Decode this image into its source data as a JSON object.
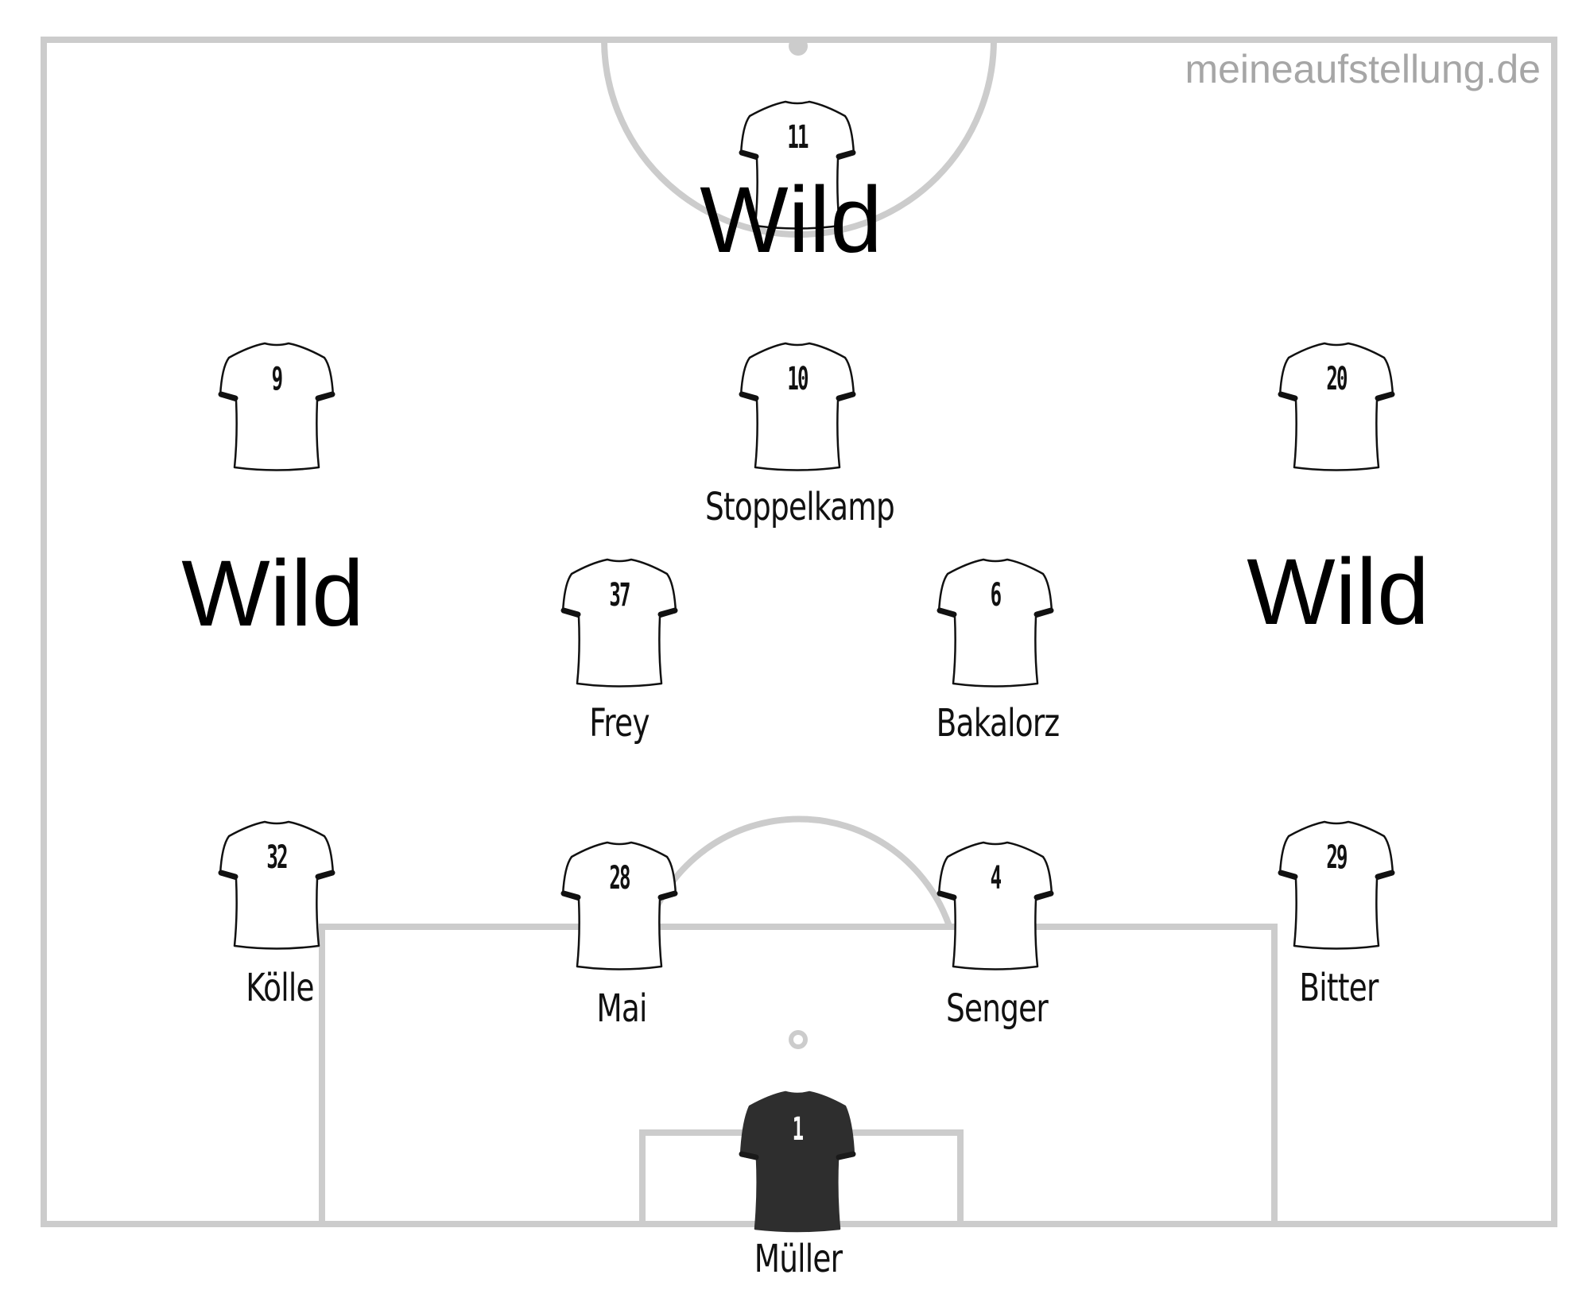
{
  "brand": "meineaufstellung.de",
  "colors": {
    "pitch_lines": "#cccccc",
    "outfield_shirt": "#ffffff",
    "goalkeeper_shirt": "#2e2e2e",
    "brand_text": "#a6a6a6"
  },
  "players": [
    {
      "number": "11",
      "name": "Wild",
      "style": "large"
    },
    {
      "number": "9",
      "name": "",
      "style": "small"
    },
    {
      "number": "10",
      "name": "Stoppelkamp",
      "style": "small"
    },
    {
      "number": "20",
      "name": "",
      "style": "small"
    },
    {
      "number": "37",
      "name": "Frey",
      "style": "small"
    },
    {
      "number": "6",
      "name": "Bakalorz",
      "style": "small"
    },
    {
      "number": "32",
      "name": "Kölle",
      "style": "small"
    },
    {
      "number": "28",
      "name": "Mai",
      "style": "small"
    },
    {
      "number": "4",
      "name": "Senger",
      "style": "small"
    },
    {
      "number": "29",
      "name": "Bitter",
      "style": "small"
    },
    {
      "number": "1",
      "name": "Müller",
      "style": "small",
      "role": "goalkeeper"
    }
  ],
  "free_labels": [
    "Wild",
    "Wild"
  ]
}
